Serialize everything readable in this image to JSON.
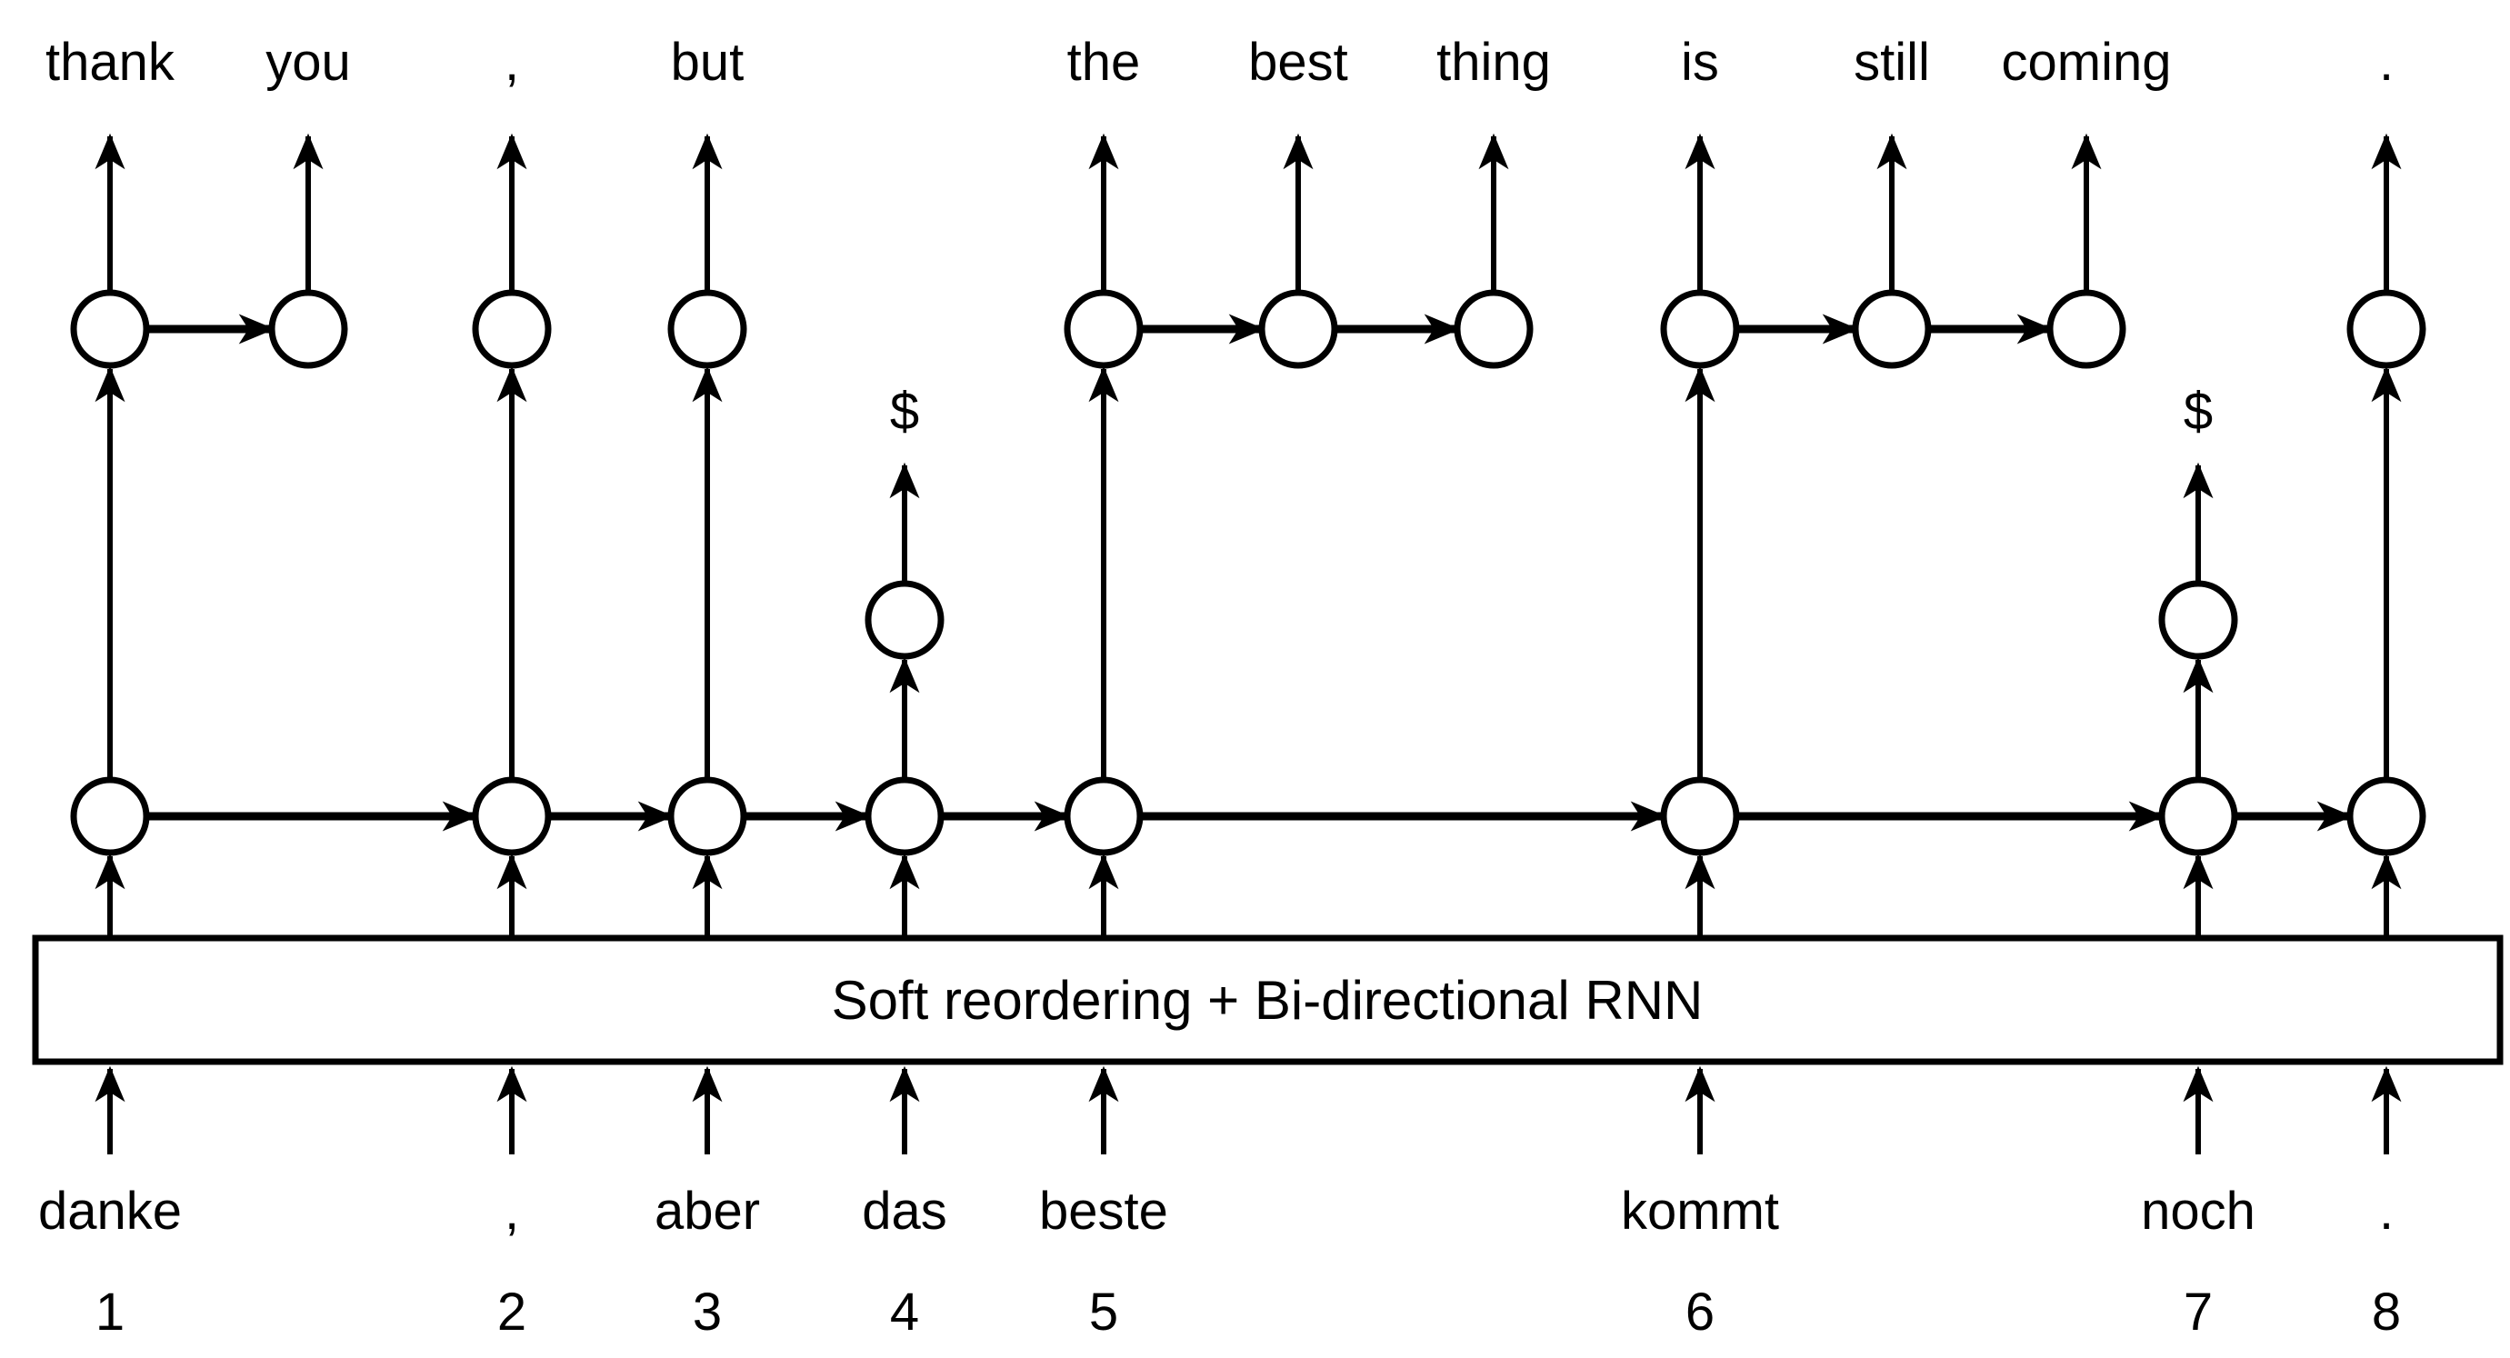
{
  "diagram": {
    "title_semantic": "Soft reordering bi-directional RNN translation diagram",
    "box_label": "Soft reordering + Bi-directional RNN",
    "segment_marker": "$",
    "target_words": [
      "thank",
      "you",
      ",",
      "but",
      "the",
      "best",
      "thing",
      "is",
      "still",
      "coming",
      "."
    ],
    "source_words": [
      "danke",
      ",",
      "aber",
      "das",
      "beste",
      "kommt",
      "noch",
      "."
    ],
    "source_indices": [
      "1",
      "2",
      "3",
      "4",
      "5",
      "6",
      "7",
      "8"
    ],
    "colors": {
      "stroke": "#000000",
      "background": "#ffffff"
    }
  }
}
